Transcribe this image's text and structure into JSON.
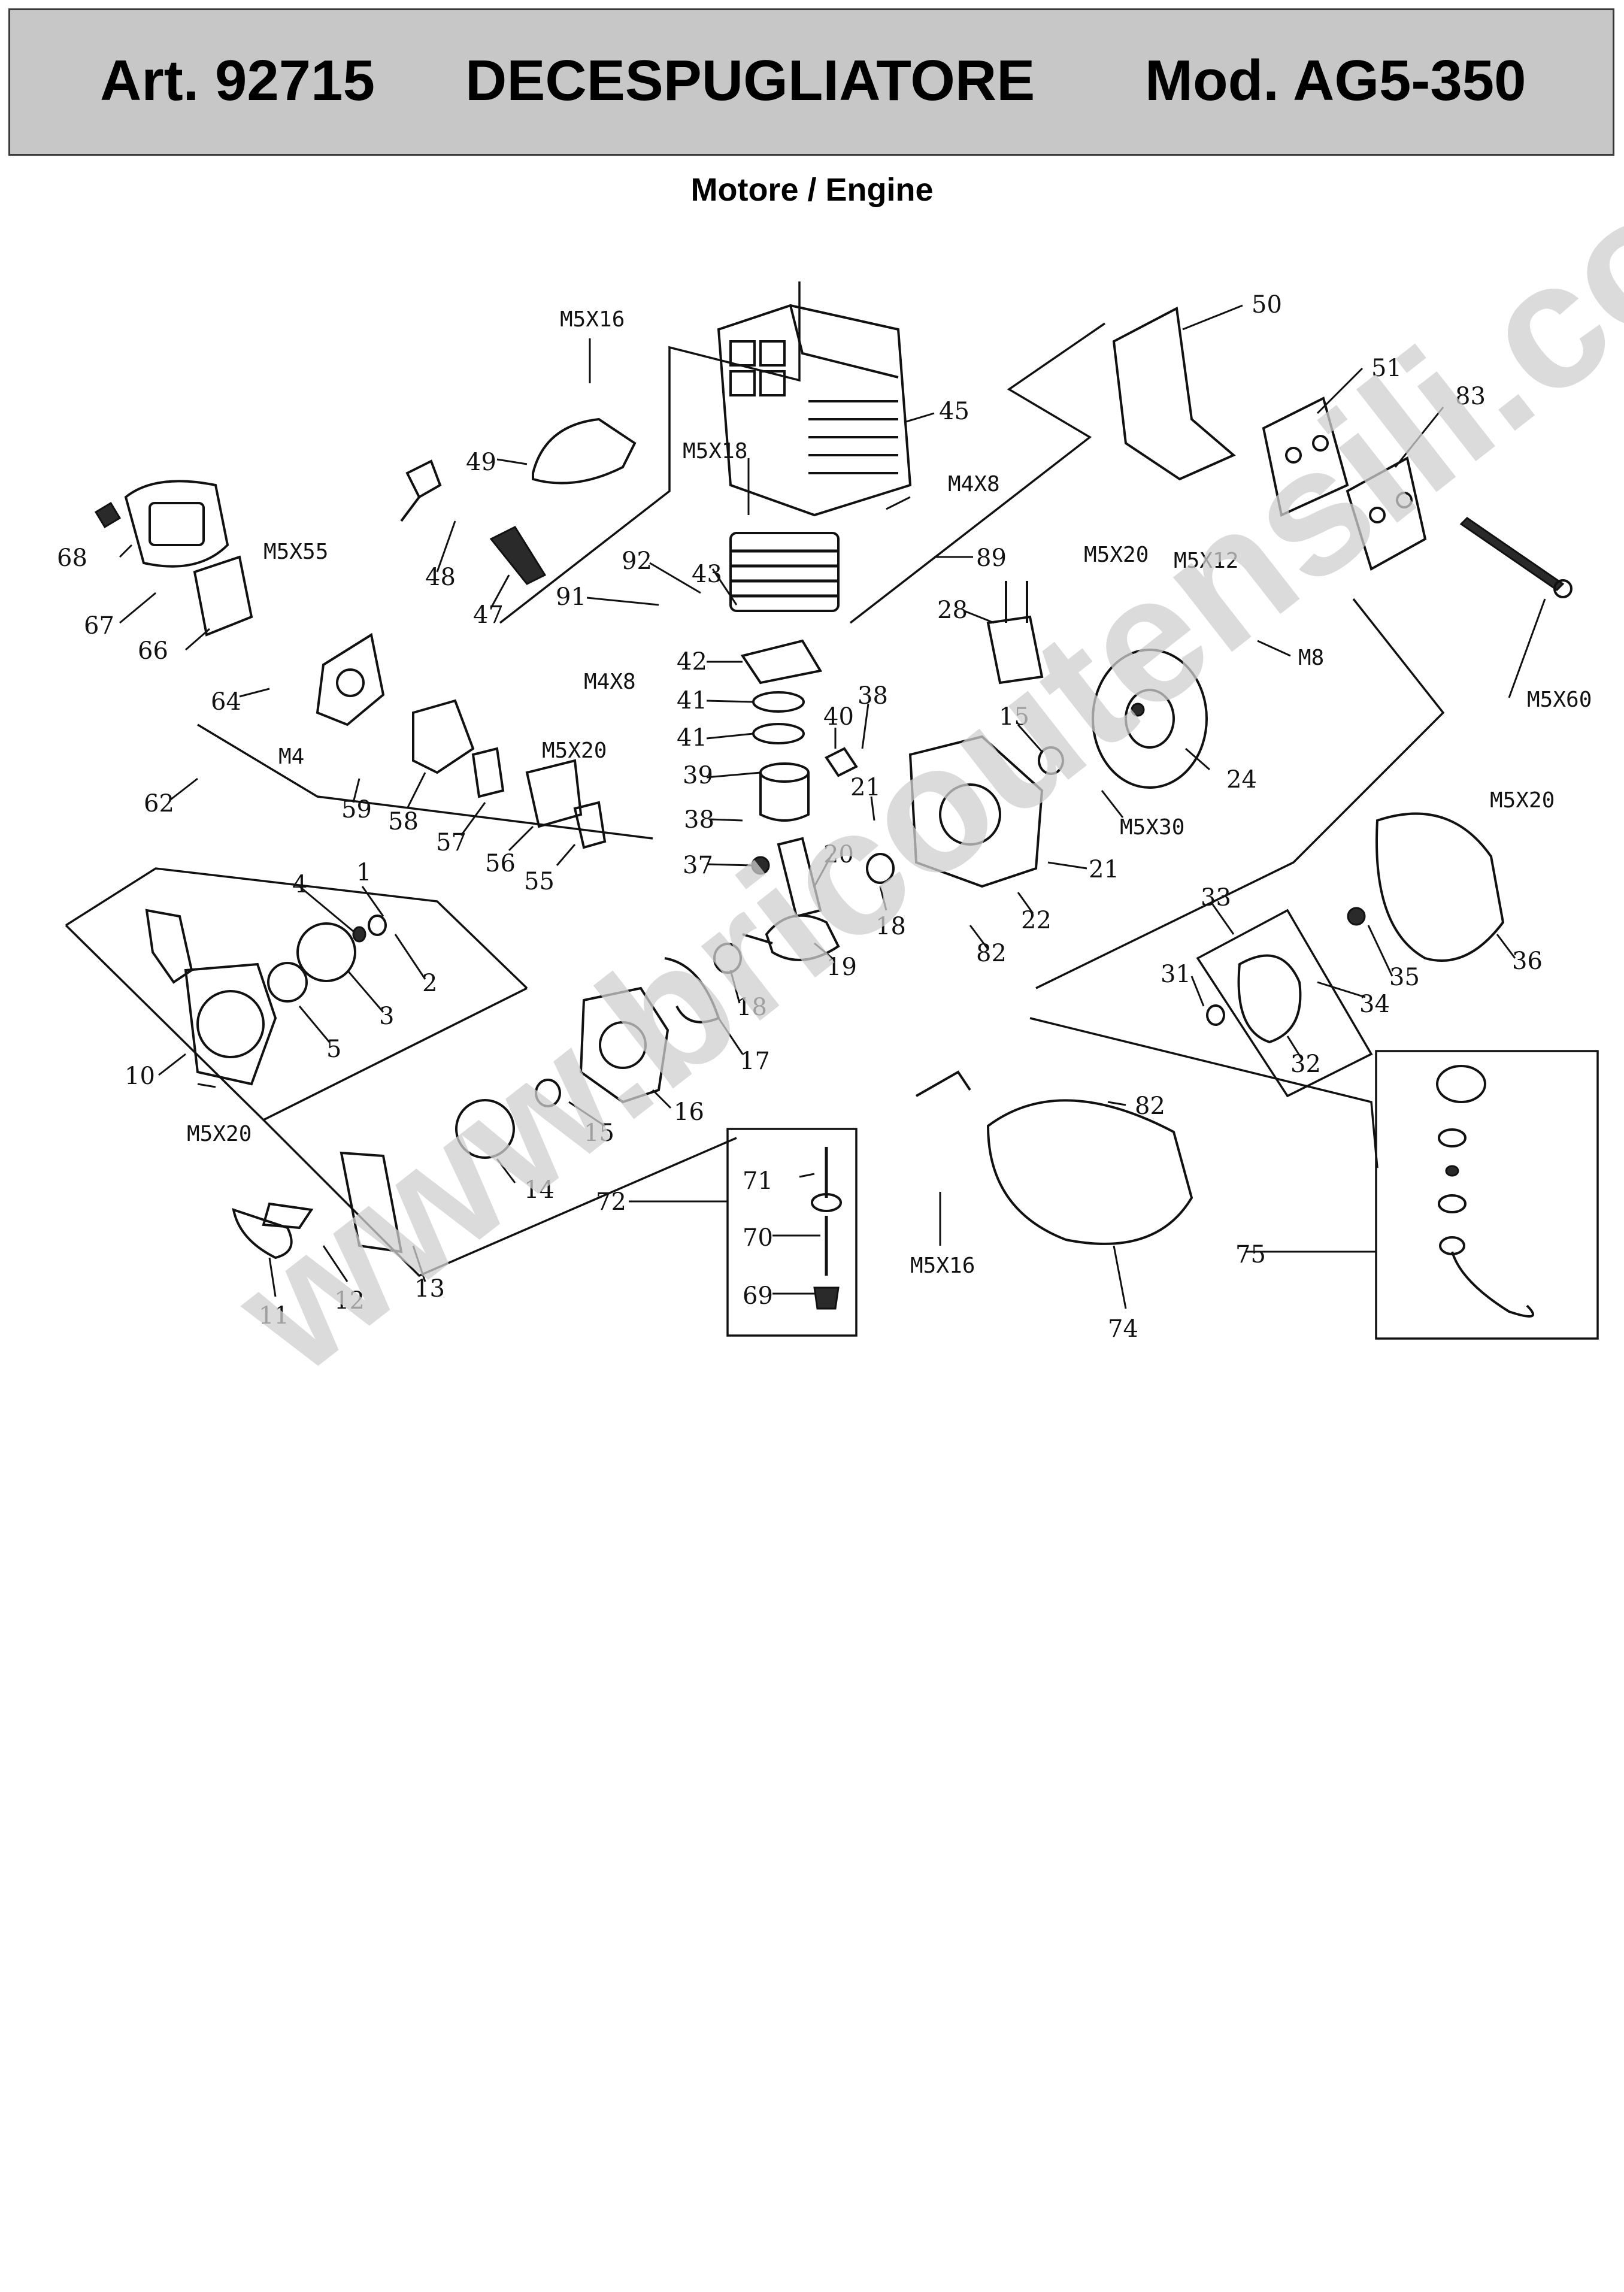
{
  "header": {
    "art": "Art. 92715",
    "product": "DECESPUGLIATORE",
    "model": "Mod. AG5-350"
  },
  "subtitle": "Motore / Engine",
  "watermark": "www.bricoutensili.com",
  "callouts": [
    {
      "id": "m5x16a",
      "text": "M5X16"
    },
    {
      "id": "c45",
      "text": "45"
    },
    {
      "id": "c49",
      "text": "49"
    },
    {
      "id": "m5x18",
      "text": "M5X18"
    },
    {
      "id": "m4x8a",
      "text": "M4X8"
    },
    {
      "id": "c50",
      "text": "50"
    },
    {
      "id": "c51",
      "text": "51"
    },
    {
      "id": "c83",
      "text": "83"
    },
    {
      "id": "c48",
      "text": "48"
    },
    {
      "id": "c68",
      "text": "68"
    },
    {
      "id": "m5x55",
      "text": "M5X55"
    },
    {
      "id": "c92",
      "text": "92"
    },
    {
      "id": "c43",
      "text": "43"
    },
    {
      "id": "c89",
      "text": "89"
    },
    {
      "id": "m5x20a",
      "text": "M5X20"
    },
    {
      "id": "m5x12",
      "text": "M5X12"
    },
    {
      "id": "c67",
      "text": "67"
    },
    {
      "id": "c91",
      "text": "91"
    },
    {
      "id": "c47",
      "text": "47"
    },
    {
      "id": "c28",
      "text": "28"
    },
    {
      "id": "c66",
      "text": "66"
    },
    {
      "id": "c42",
      "text": "42"
    },
    {
      "id": "m8",
      "text": "M8"
    },
    {
      "id": "m4x8b",
      "text": "M4X8"
    },
    {
      "id": "c41a",
      "text": "41"
    },
    {
      "id": "c38a",
      "text": "38"
    },
    {
      "id": "m5x60",
      "text": "M5X60"
    },
    {
      "id": "c64",
      "text": "64"
    },
    {
      "id": "c41b",
      "text": "41"
    },
    {
      "id": "c40",
      "text": "40"
    },
    {
      "id": "c15a",
      "text": "15"
    },
    {
      "id": "m4",
      "text": "M4"
    },
    {
      "id": "m5x20b",
      "text": "M5X20"
    },
    {
      "id": "c39",
      "text": "39"
    },
    {
      "id": "c21a",
      "text": "21"
    },
    {
      "id": "c24",
      "text": "24"
    },
    {
      "id": "c62",
      "text": "62"
    },
    {
      "id": "c59",
      "text": "59"
    },
    {
      "id": "c58",
      "text": "58"
    },
    {
      "id": "m5x20c",
      "text": "M5X20"
    },
    {
      "id": "c38b",
      "text": "38"
    },
    {
      "id": "m5x30",
      "text": "M5X30"
    },
    {
      "id": "c57",
      "text": "57"
    },
    {
      "id": "c56",
      "text": "56"
    },
    {
      "id": "c20",
      "text": "20"
    },
    {
      "id": "c37",
      "text": "37"
    },
    {
      "id": "c55",
      "text": "55"
    },
    {
      "id": "c21b",
      "text": "21"
    },
    {
      "id": "c4",
      "text": "4"
    },
    {
      "id": "c1",
      "text": "1"
    },
    {
      "id": "c33",
      "text": "33"
    },
    {
      "id": "c18a",
      "text": "18"
    },
    {
      "id": "c22",
      "text": "22"
    },
    {
      "id": "c2",
      "text": "2"
    },
    {
      "id": "c82a",
      "text": "82"
    },
    {
      "id": "c19",
      "text": "19"
    },
    {
      "id": "c36",
      "text": "36"
    },
    {
      "id": "c35",
      "text": "35"
    },
    {
      "id": "c31",
      "text": "31"
    },
    {
      "id": "c34",
      "text": "34"
    },
    {
      "id": "c3",
      "text": "3"
    },
    {
      "id": "c18b",
      "text": "18"
    },
    {
      "id": "c5",
      "text": "5"
    },
    {
      "id": "c17",
      "text": "17"
    },
    {
      "id": "c32",
      "text": "32"
    },
    {
      "id": "c10",
      "text": "10"
    },
    {
      "id": "c16",
      "text": "16"
    },
    {
      "id": "c82b",
      "text": "82"
    },
    {
      "id": "m5x20d",
      "text": "M5X20"
    },
    {
      "id": "c15b",
      "text": "15"
    },
    {
      "id": "c71",
      "text": "71"
    },
    {
      "id": "c14",
      "text": "14"
    },
    {
      "id": "c72",
      "text": "72"
    },
    {
      "id": "c70",
      "text": "70"
    },
    {
      "id": "m5x16b",
      "text": "M5X16"
    },
    {
      "id": "c75",
      "text": "75"
    },
    {
      "id": "c13",
      "text": "13"
    },
    {
      "id": "c69",
      "text": "69"
    },
    {
      "id": "c12",
      "text": "12"
    },
    {
      "id": "c11",
      "text": "11"
    },
    {
      "id": "c74",
      "text": "74"
    }
  ]
}
